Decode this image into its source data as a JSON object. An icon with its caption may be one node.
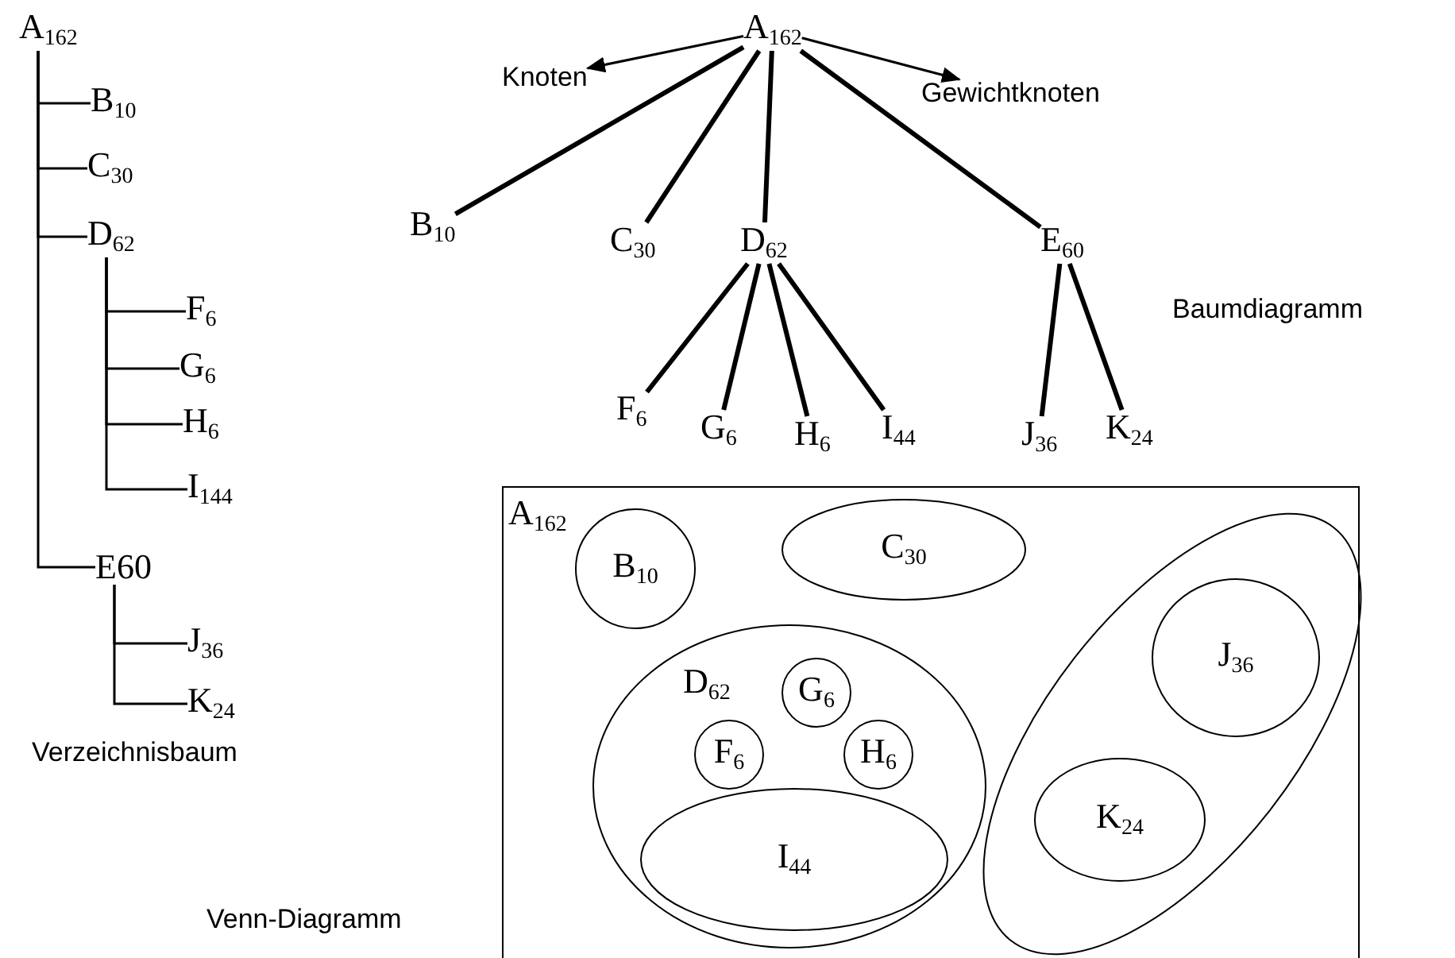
{
  "diagram": {
    "nodes": [
      {
        "text": [
          "A$_{162}$"
        ]
      },
      {
        "text": [
          "B$_{10}$"
        ]
      },
      {
        "text": [
          "C$_{30}$"
        ]
      },
      {
        "text": [
          "D$_{62}$"
        ]
      },
      {
        "text": [
          "F$_{6}$"
        ]
      },
      {
        "text": [
          "G$_{6}$"
        ]
      },
      {
        "text": [
          "H$_{6}$"
        ]
      },
      {
        "text": [
          "I$_{144}$"
        ]
      },
      {
        "text": [
          "E60"
        ]
      },
      {
        "text": [
          "J$_{36}$"
        ]
      },
      {
        "text": [
          "K$_{24}$"
        ]
      },
      {
        "text": [
          "A$_{162}$"
        ]
      },
      {
        "text": [
          "B$_{10}$"
        ]
      },
      {
        "text": [
          "C$_{30}$"
        ]
      },
      {
        "text": [
          "D$_{62}$"
        ]
      },
      {
        "text": [
          "E$_{60}$"
        ]
      },
      {
        "text": [
          "F$_{6}$"
        ]
      },
      {
        "text": [
          "G$_{6}$"
        ]
      },
      {
        "text": [
          "H$_{6}$"
        ]
      },
      {
        "text": [
          "I$_{44}$"
        ]
      },
      {
        "text": [
          "J$_{36}$"
        ]
      },
      {
        "text": [
          "K$_{24}$"
        ]
      },
      {
        "text": [
          "Knoten"
        ]
      },
      {
        "text": [
          "Gewichtknoten"
        ]
      },
      {
        "text": [
          "A$_{162}$"
        ]
      },
      {
        "text": [
          "B$_{10}$"
        ],
        "in": 24
      },
      {
        "text": [
          "C$_{30}$"
        ],
        "in": 24
      },
      {
        "text": [
          "D$_{62}$"
        ],
        "in": 24
      },
      {
        "text": [
          "G$_{6}$"
        ],
        "in": 27
      },
      {
        "text": [
          "F$_{6}$"
        ],
        "in": 27
      },
      {
        "text": [
          "H$_{6}$"
        ],
        "in": 27
      },
      {
        "text": [
          "I$_{44}$"
        ],
        "in": 27
      },
      {
        "text": [],
        "shape": "ellipse",
        "in": 24
      },
      {
        "text": [
          "J$_{36}$"
        ],
        "in": 32
      },
      {
        "text": [
          "K$_{24}$"
        ],
        "in": 32
      }
    ],
    "edges": [
      {
        "from": 0,
        "to": 1,
        "arrow": "none"
      },
      {
        "from": 0,
        "to": 2,
        "arrow": "none"
      },
      {
        "from": 0,
        "to": 3,
        "arrow": "none"
      },
      {
        "from": 3,
        "to": 4,
        "arrow": "none"
      },
      {
        "from": 3,
        "to": 5,
        "arrow": "none"
      },
      {
        "from": 3,
        "to": 6,
        "arrow": "none"
      },
      {
        "from": 3,
        "to": 7,
        "arrow": "none"
      },
      {
        "from": 0,
        "to": 8,
        "arrow": "none"
      },
      {
        "from": 8,
        "to": 9,
        "arrow": "none"
      },
      {
        "from": 8,
        "to": 10,
        "arrow": "none"
      },
      {
        "from": 11,
        "to": 22,
        "arrow": "to"
      },
      {
        "from": 11,
        "to": 23,
        "arrow": "to"
      },
      {
        "from": 11,
        "to": 12,
        "arrow": "none",
        "style": "thick"
      },
      {
        "from": 11,
        "to": 13,
        "arrow": "none",
        "style": "thick"
      },
      {
        "from": 11,
        "to": 14,
        "arrow": "none",
        "style": "thick"
      },
      {
        "from": 11,
        "to": 15,
        "arrow": "none",
        "style": "thick"
      },
      {
        "from": 14,
        "to": 16,
        "arrow": "none",
        "style": "thick"
      },
      {
        "from": 14,
        "to": 17,
        "arrow": "none",
        "style": "thick"
      },
      {
        "from": 14,
        "to": 18,
        "arrow": "none",
        "style": "thick"
      },
      {
        "from": 14,
        "to": 19,
        "arrow": "none",
        "style": "thick"
      },
      {
        "from": 15,
        "to": 20,
        "arrow": "none",
        "style": "thick"
      },
      {
        "from": 15,
        "to": 21,
        "arrow": "none",
        "style": "thick"
      }
    ],
    "labels": [
      "Verzeichnisbaum",
      "Baumdiagramm",
      "Venn-Diagramm"
    ]
  }
}
